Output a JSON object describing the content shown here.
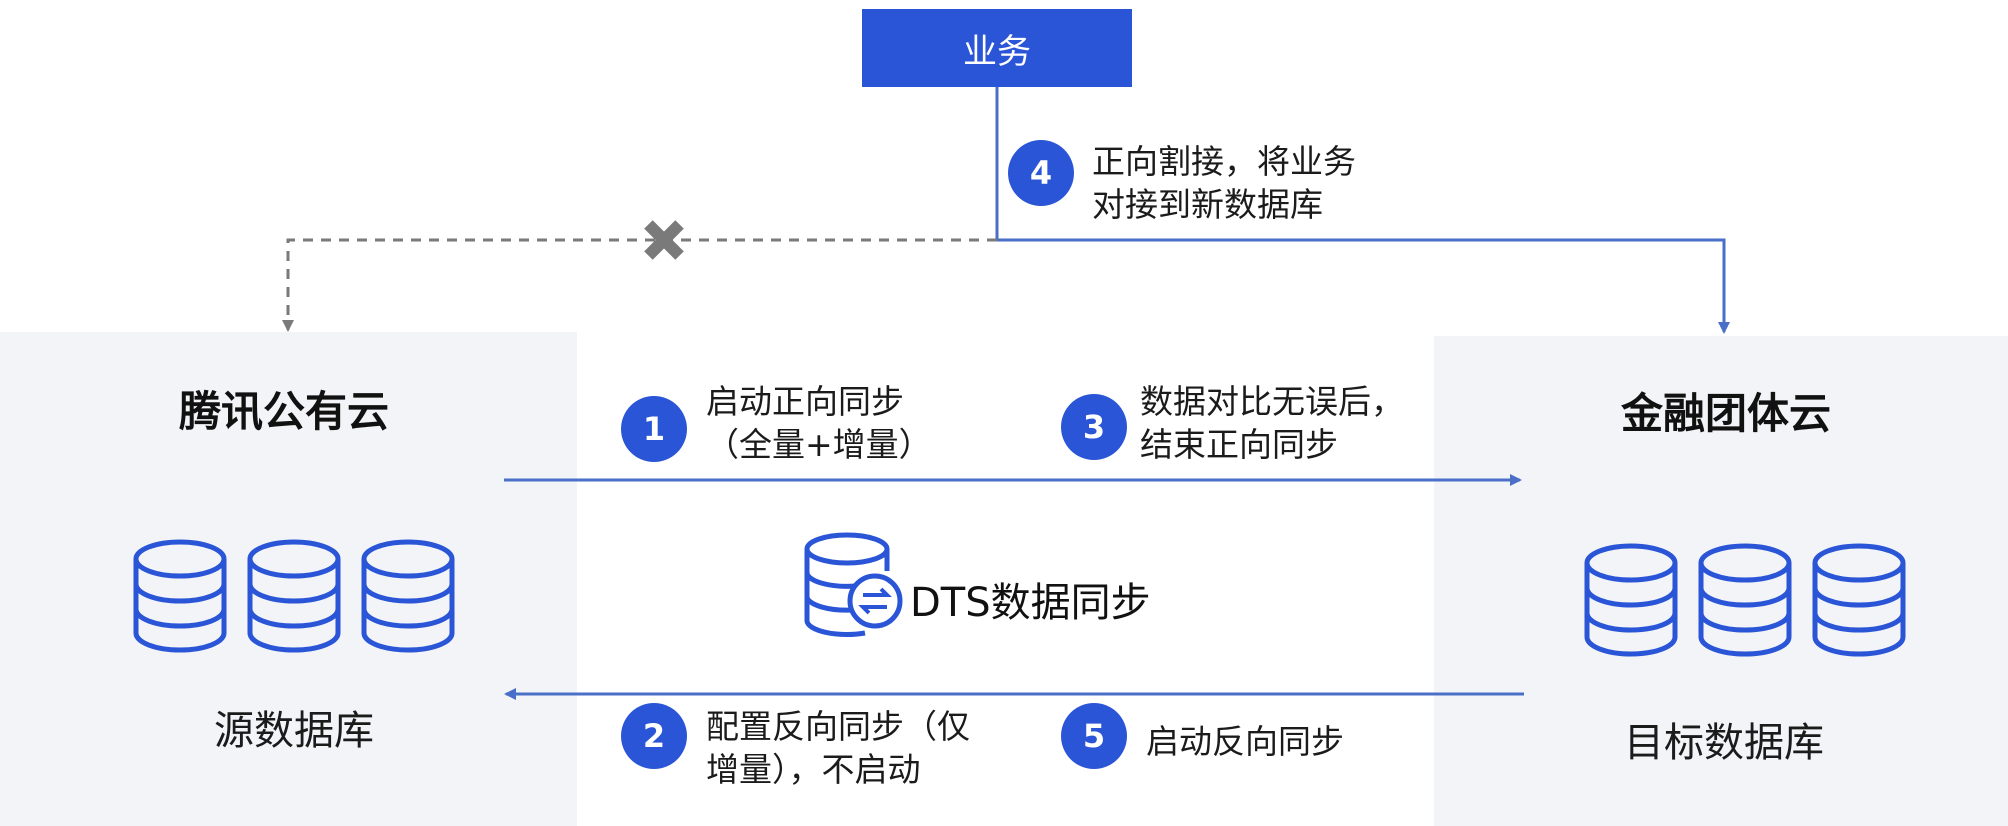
{
  "business": {
    "label": "业务"
  },
  "left_cloud": {
    "title": "腾讯公有云",
    "db_label": "源数据库"
  },
  "right_cloud": {
    "title": "金融团体云",
    "db_label": "目标数据库"
  },
  "dts": {
    "label": "DTS数据同步"
  },
  "steps": [
    {
      "number": "1",
      "lines": [
        "启动正向同步",
        "（全量+增量）"
      ]
    },
    {
      "number": "2",
      "lines": [
        "配置反向同步（仅",
        "增量），不启动"
      ]
    },
    {
      "number": "3",
      "lines": [
        "数据对比无误后，",
        "结束正向同步"
      ]
    },
    {
      "number": "4",
      "lines": [
        "正向割接，将业务",
        "对接到新数据库"
      ]
    },
    {
      "number": "5",
      "lines": [
        "启动反向同步"
      ]
    }
  ],
  "colors": {
    "accent": "#2a55d6",
    "line": "#4a6fc8",
    "dashed": "#7a7a7a",
    "panel": "#f3f4f8"
  },
  "icons": {
    "database": "database-icon",
    "dts": "database-sync-icon",
    "cross": "cross-icon"
  }
}
